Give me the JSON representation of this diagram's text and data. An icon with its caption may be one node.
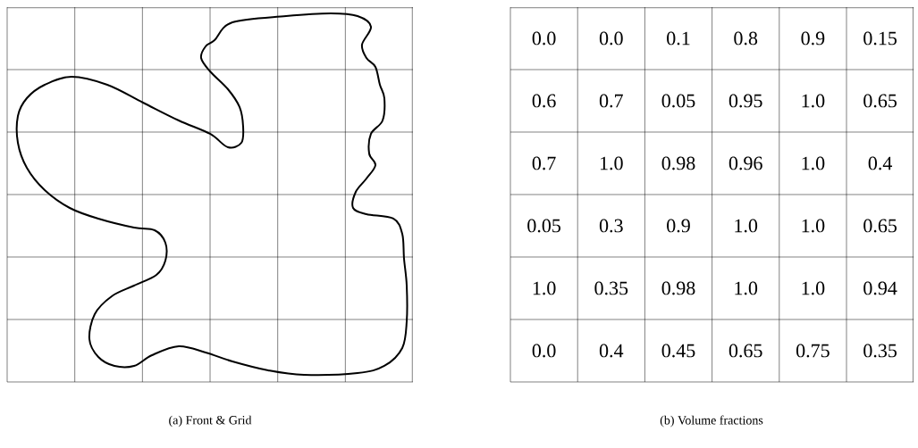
{
  "diagram": {
    "labels": [
      "0.0",
      "0.0",
      "0.1",
      "0.8",
      "0.9",
      "0.15",
      "0.6",
      "0.7",
      "0.05",
      "0.95",
      "1.0",
      "0.65",
      "0.7",
      "1.0",
      "0.98",
      "0.96",
      "1.0",
      "0.4",
      "0.05",
      "0.3",
      "0.9",
      "1.0",
      "1.0",
      "0.65",
      "1.0",
      "0.35",
      "0.98",
      "1.0",
      "1.0",
      "0.94",
      "0.0",
      "0.4",
      "0.45",
      "0.65",
      "0.75",
      "0.35",
      "(a) Front & Grid",
      "(b) Volume fractions"
    ]
  }
}
